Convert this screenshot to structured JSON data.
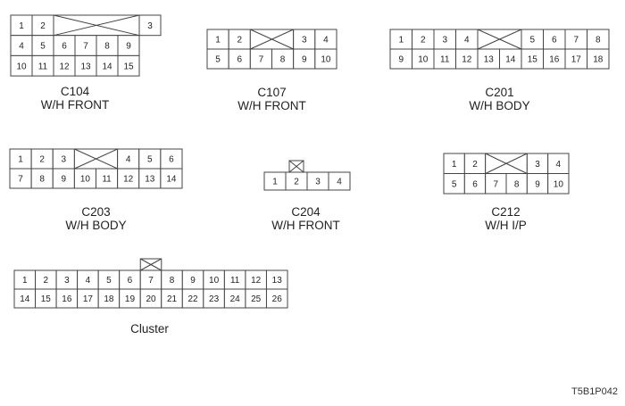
{
  "connectors": [
    {
      "id": "C104",
      "name": "C104",
      "sub": "W/H FRONT",
      "rows": [
        [
          "1",
          "2",
          "X",
          "3"
        ],
        [
          "4",
          "5",
          "6",
          "7",
          "8",
          "9"
        ],
        [
          "10",
          "11",
          "12",
          "13",
          "14",
          "15"
        ]
      ],
      "row_spans": [
        [
          1,
          1,
          4,
          1
        ],
        [
          1,
          1,
          1,
          1,
          1,
          1
        ],
        [
          1,
          1,
          1,
          1,
          1,
          1
        ]
      ]
    },
    {
      "id": "C107",
      "name": "C107",
      "sub": "W/H FRONT",
      "rows": [
        [
          "1",
          "2",
          "X",
          "3",
          "4"
        ],
        [
          "5",
          "6",
          "7",
          "8",
          "9",
          "10"
        ]
      ],
      "row_spans": [
        [
          1,
          1,
          2,
          1,
          1
        ],
        [
          1,
          1,
          1,
          1,
          1,
          1
        ]
      ]
    },
    {
      "id": "C201",
      "name": "C201",
      "sub": "W/H BODY",
      "rows": [
        [
          "1",
          "2",
          "3",
          "4",
          "X",
          "5",
          "6",
          "7",
          "8"
        ],
        [
          "9",
          "10",
          "11",
          "12",
          "13",
          "14",
          "15",
          "16",
          "17",
          "18"
        ]
      ],
      "row_spans": [
        [
          1,
          1,
          1,
          1,
          2,
          1,
          1,
          1,
          1
        ],
        [
          1,
          1,
          1,
          1,
          1,
          1,
          1,
          1,
          1,
          1
        ]
      ]
    },
    {
      "id": "C203",
      "name": "C203",
      "sub": "W/H BODY",
      "rows": [
        [
          "1",
          "2",
          "3",
          "X",
          "4",
          "5",
          "6"
        ],
        [
          "7",
          "8",
          "9",
          "10",
          "11",
          "12",
          "13",
          "14"
        ]
      ],
      "row_spans": [
        [
          1,
          1,
          1,
          2,
          1,
          1,
          1
        ],
        [
          1,
          1,
          1,
          1,
          1,
          1,
          1,
          1
        ]
      ]
    },
    {
      "id": "C204",
      "name": "C204",
      "sub": "W/H FRONT",
      "rows": [
        [
          "1",
          "2",
          "3",
          "4"
        ]
      ],
      "row_spans": [
        [
          1,
          1,
          1,
          1
        ]
      ],
      "lock_above_col": 1.5
    },
    {
      "id": "C212",
      "name": "C212",
      "sub": "W/H I/P",
      "rows": [
        [
          "1",
          "2",
          "X",
          "3",
          "4"
        ],
        [
          "5",
          "6",
          "7",
          "8",
          "9",
          "10"
        ]
      ],
      "row_spans": [
        [
          1,
          1,
          2,
          1,
          1
        ],
        [
          1,
          1,
          1,
          1,
          1,
          1
        ]
      ]
    },
    {
      "id": "cluster",
      "name": "Cluster",
      "sub": "",
      "rows": [
        [
          "1",
          "2",
          "3",
          "4",
          "5",
          "6",
          "7",
          "8",
          "9",
          "10",
          "11",
          "12",
          "13"
        ],
        [
          "14",
          "15",
          "16",
          "17",
          "18",
          "19",
          "20",
          "21",
          "22",
          "23",
          "24",
          "25",
          "26"
        ]
      ],
      "row_spans": [
        [
          1,
          1,
          1,
          1,
          1,
          1,
          1,
          1,
          1,
          1,
          1,
          1,
          1
        ],
        [
          1,
          1,
          1,
          1,
          1,
          1,
          1,
          1,
          1,
          1,
          1,
          1,
          1
        ]
      ],
      "lock_above_col": 6
    }
  ],
  "figure_ref": "T5B1P042"
}
